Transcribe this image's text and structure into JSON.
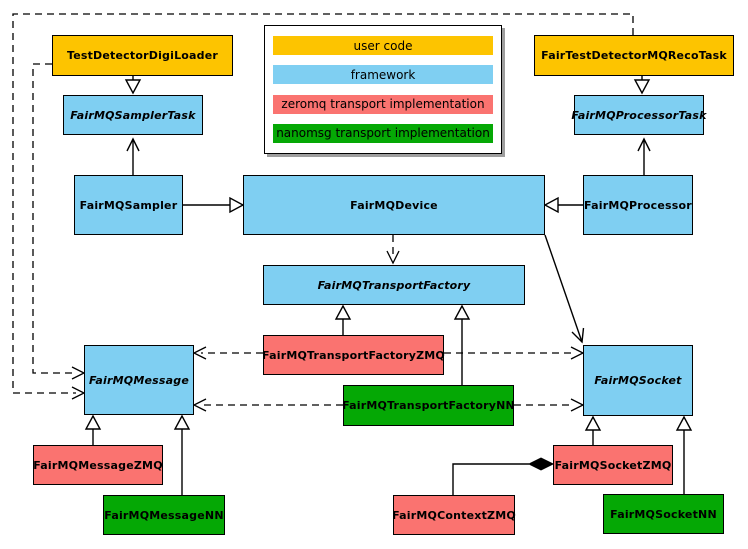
{
  "colors": {
    "user-code": "#fdc400",
    "framework": "#7fcff2",
    "zeromq": "#fa7370",
    "nanomsg": "#05a805",
    "line": "#000000",
    "background": "#ffffff",
    "shadow": "#9e9e9e"
  },
  "legend": {
    "items": [
      {
        "label": "user code",
        "category": "user-code"
      },
      {
        "label": "framework",
        "category": "framework"
      },
      {
        "label": "zeromq transport implementation",
        "category": "zeromq"
      },
      {
        "label": "nanomsg transport implementation",
        "category": "nanomsg"
      }
    ]
  },
  "nodes": {
    "testDetectorDigiLoader": {
      "label": "TestDetectorDigiLoader",
      "category": "user code",
      "abstract": false
    },
    "fairTestDetectorMQRecoTask": {
      "label": "FairTestDetectorMQRecoTask",
      "category": "user code",
      "abstract": false
    },
    "fairMQSamplerTask": {
      "label": "FairMQSamplerTask",
      "category": "framework",
      "abstract": true
    },
    "fairMQProcessorTask": {
      "label": "FairMQProcessorTask",
      "category": "framework",
      "abstract": true
    },
    "fairMQSampler": {
      "label": "FairMQSampler",
      "category": "framework",
      "abstract": false
    },
    "fairMQDevice": {
      "label": "FairMQDevice",
      "category": "framework",
      "abstract": false
    },
    "fairMQProcessor": {
      "label": "FairMQProcessor",
      "category": "framework",
      "abstract": false
    },
    "fairMQTransportFactory": {
      "label": "FairMQTransportFactory",
      "category": "framework",
      "abstract": true
    },
    "fairMQTransportFactoryZMQ": {
      "label": "FairMQTransportFactoryZMQ",
      "category": "zeromq",
      "abstract": false
    },
    "fairMQTransportFactoryNN": {
      "label": "FairMQTransportFactoryNN",
      "category": "nanomsg",
      "abstract": false
    },
    "fairMQMessage": {
      "label": "FairMQMessage",
      "category": "framework",
      "abstract": true
    },
    "fairMQSocket": {
      "label": "FairMQSocket",
      "category": "framework",
      "abstract": true
    },
    "fairMQMessageZMQ": {
      "label": "FairMQMessageZMQ",
      "category": "zeromq",
      "abstract": false
    },
    "fairMQMessageNN": {
      "label": "FairMQMessageNN",
      "category": "nanomsg",
      "abstract": false
    },
    "fairMQSocketZMQ": {
      "label": "FairMQSocketZMQ",
      "category": "zeromq",
      "abstract": false
    },
    "fairMQSocketNN": {
      "label": "FairMQSocketNN",
      "category": "nanomsg",
      "abstract": false
    },
    "fairMQContextZMQ": {
      "label": "FairMQContextZMQ",
      "category": "zeromq",
      "abstract": false
    }
  },
  "edges": [
    {
      "from": "TestDetectorDigiLoader",
      "to": "FairMQSamplerTask",
      "type": "inheritance-hollow-triangle"
    },
    {
      "from": "FairTestDetectorMQRecoTask",
      "to": "FairMQProcessorTask",
      "type": "inheritance-hollow-triangle"
    },
    {
      "from": "FairMQSampler",
      "to": "FairMQSamplerTask",
      "type": "association-open-arrow"
    },
    {
      "from": "FairMQProcessor",
      "to": "FairMQProcessorTask",
      "type": "association-open-arrow"
    },
    {
      "from": "FairMQSampler",
      "to": "FairMQDevice",
      "type": "inheritance-hollow-triangle"
    },
    {
      "from": "FairMQProcessor",
      "to": "FairMQDevice",
      "type": "inheritance-hollow-triangle"
    },
    {
      "from": "FairMQDevice",
      "to": "FairMQTransportFactory",
      "type": "dashed-dependency"
    },
    {
      "from": "FairMQDevice",
      "to": "FairMQSocket",
      "type": "association-open-arrow"
    },
    {
      "from": "FairMQTransportFactoryZMQ",
      "to": "FairMQTransportFactory",
      "type": "inheritance-hollow-triangle"
    },
    {
      "from": "FairMQTransportFactoryNN",
      "to": "FairMQTransportFactory",
      "type": "inheritance-hollow-triangle"
    },
    {
      "from": "FairMQTransportFactoryZMQ",
      "to": "FairMQMessage",
      "type": "dashed-dependency"
    },
    {
      "from": "FairMQTransportFactoryZMQ",
      "to": "FairMQSocket",
      "type": "dashed-dependency"
    },
    {
      "from": "FairMQTransportFactoryNN",
      "to": "FairMQMessage",
      "type": "dashed-dependency"
    },
    {
      "from": "FairMQTransportFactoryNN",
      "to": "FairMQSocket",
      "type": "dashed-dependency"
    },
    {
      "from": "TestDetectorDigiLoader",
      "to": "FairMQMessage",
      "type": "dashed-dependency"
    },
    {
      "from": "FairTestDetectorMQRecoTask",
      "to": "FairMQMessage",
      "type": "dashed-dependency"
    },
    {
      "from": "FairMQMessageZMQ",
      "to": "FairMQMessage",
      "type": "inheritance-hollow-triangle"
    },
    {
      "from": "FairMQMessageNN",
      "to": "FairMQMessage",
      "type": "inheritance-hollow-triangle"
    },
    {
      "from": "FairMQSocketZMQ",
      "to": "FairMQSocket",
      "type": "inheritance-hollow-triangle"
    },
    {
      "from": "FairMQSocketNN",
      "to": "FairMQSocket",
      "type": "inheritance-hollow-triangle"
    },
    {
      "from": "FairMQContextZMQ",
      "to": "FairMQSocketZMQ",
      "type": "composition-filled-diamond"
    }
  ]
}
